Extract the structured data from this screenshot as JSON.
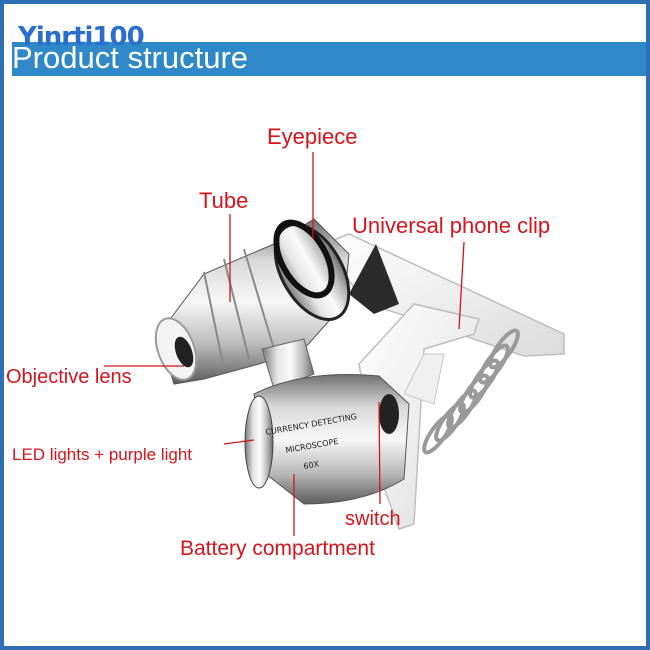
{
  "watermark": "Yinrti100",
  "header": {
    "title": "Product structure"
  },
  "body_text": {
    "line1": "CURRENCY DETECTING",
    "line2": "MICROSCOPE",
    "line3": "60X"
  },
  "labels": {
    "eyepiece": "Eyepiece",
    "tube": "Tube",
    "phone_clip": "Universal phone clip",
    "objective_lens": "Objective lens",
    "led_lights": "LED lights + purple light",
    "switch": "switch",
    "battery": "Battery compartment"
  },
  "colors": {
    "border": "#2f6fb3",
    "header_bar": "#2f89c9",
    "label_red": "#d5141b",
    "watermark": "#2a6fd0"
  }
}
